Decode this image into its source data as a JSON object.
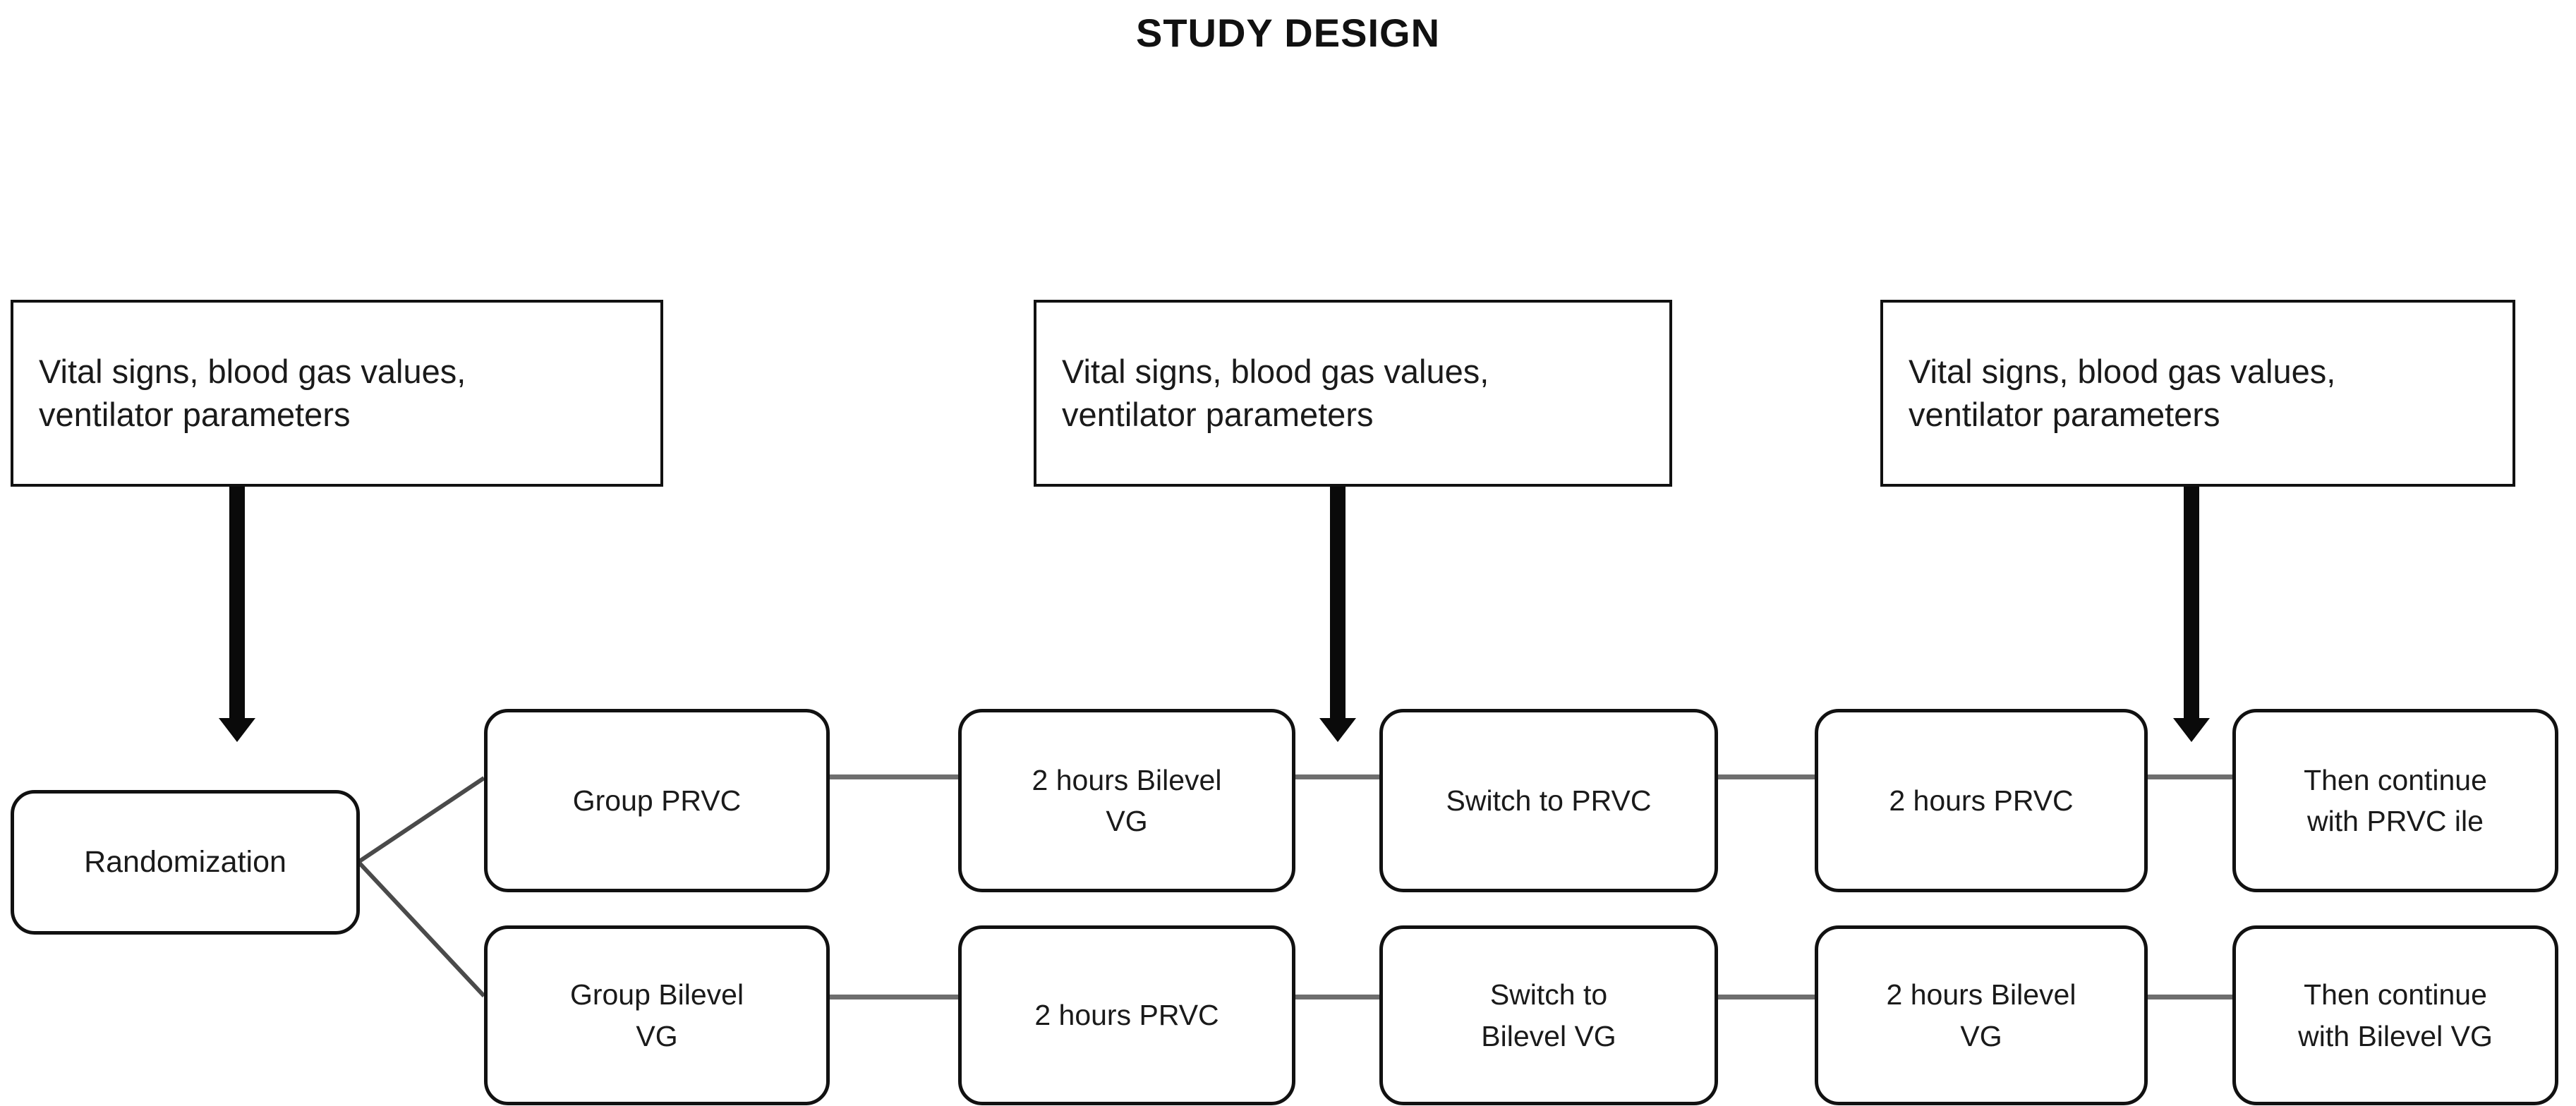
{
  "page": {
    "title": "STUDY DESIGN",
    "background_color": "#ffffff",
    "line_color": "#6e6e6e",
    "border_color": "#111111",
    "arrow_color": "#0a0a0a"
  },
  "measurement_boxes": [
    {
      "id": "measure-1",
      "text": "Vital signs, blood gas values,\nventilator parameters"
    },
    {
      "id": "measure-2",
      "text": "Vital signs, blood gas values,\nventilator parameters"
    },
    {
      "id": "measure-3",
      "text": "Vital signs, blood gas values,\nventilator parameters"
    }
  ],
  "start_node": {
    "label": "Randomization"
  },
  "arms": [
    {
      "name": "prvc-arm",
      "steps": [
        {
          "label": "Group PRVC"
        },
        {
          "label": "2 hours Bilevel\nVG"
        },
        {
          "label": "Switch to PRVC"
        },
        {
          "label": "2 hours PRVC"
        },
        {
          "label": "Then continue\nwith PRVC ile"
        }
      ]
    },
    {
      "name": "bilevel-arm",
      "steps": [
        {
          "label": "Group Bilevel\nVG"
        },
        {
          "label": "2 hours PRVC"
        },
        {
          "label": "Switch to\nBilevel VG"
        },
        {
          "label": "2 hours Bilevel\nVG"
        },
        {
          "label": "Then continue\nwith  Bilevel VG"
        }
      ]
    }
  ]
}
